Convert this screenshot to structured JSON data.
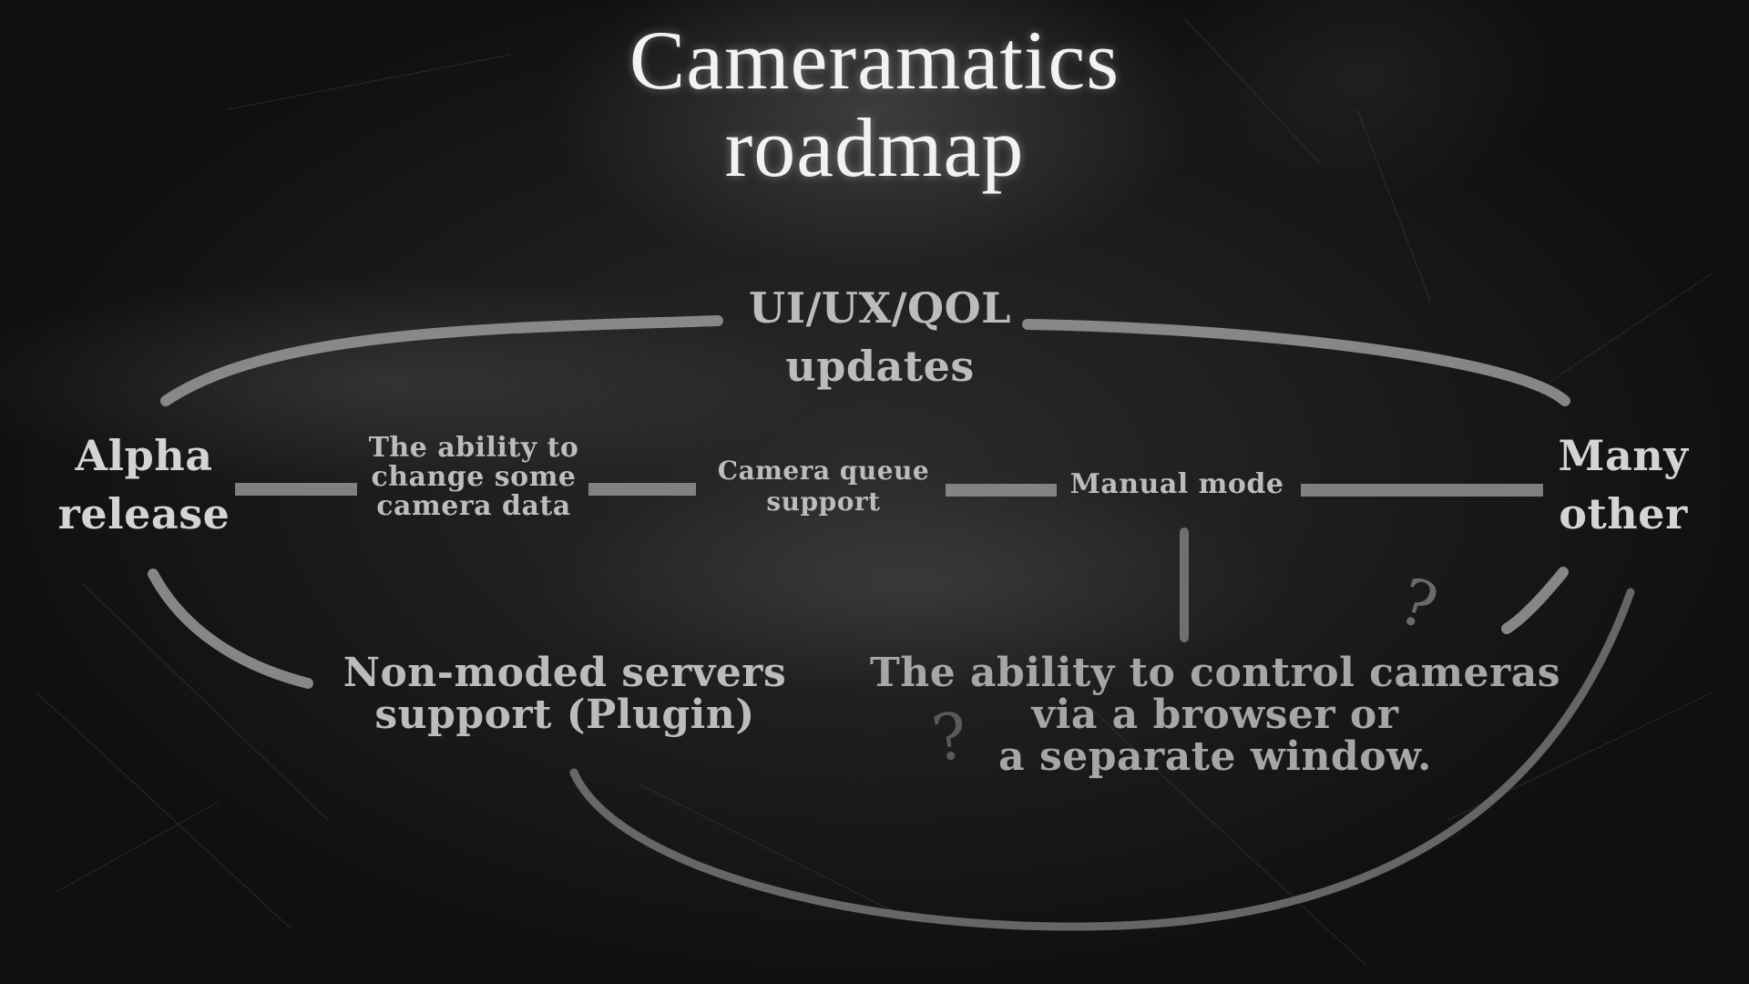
{
  "title": "Cameramatics\nroadmap",
  "nodes": {
    "alpha": "Alpha\nrelease",
    "camera_data": "The ability to\nchange some\ncamera data",
    "queue": "Camera queue\nsupport",
    "manual": "Manual mode",
    "many_other": "Many\nother",
    "uiux": "UI/UX/QOL\nupdates",
    "non_moded": "Non-moded servers\nsupport (Plugin)",
    "browser_control": "The ability to control cameras\nvia a browser or\na separate window."
  },
  "decorations": {
    "question_mark_1": "?",
    "question_mark_2": "?"
  },
  "colors": {
    "background": "#161616",
    "chalk": "#d4d4d4",
    "title": "#f2f2f2",
    "line": "#9a9a9a"
  }
}
